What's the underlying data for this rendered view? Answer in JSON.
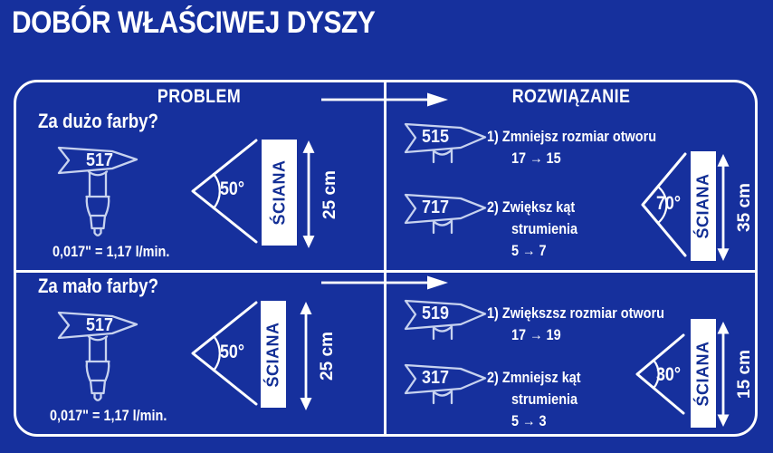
{
  "colors": {
    "background": "#16309d",
    "line": "#ffffff",
    "nozzle_outline": "#c7d2ef",
    "wall_text_color": "#132f95"
  },
  "title": "DOBÓR WŁAŚCIWEJ DYSZY",
  "headers": {
    "problem": "PROBLEM",
    "solution": "ROZWIĄZANIE"
  },
  "wall_label": "ŚCIANA",
  "problems": [
    {
      "question": "Za dużo farby?",
      "tip_number": "517",
      "flow_rate": "0,017\" = 1,17 l/min.",
      "spray_angle": "50°",
      "wall_distance": "25 cm",
      "solution": {
        "step1": {
          "tip_number": "515",
          "line1": "1) Zmniejsz rozmiar otworu",
          "line2": "17 → 15"
        },
        "step2": {
          "tip_number": "717",
          "line1": "2) Zwiększ kąt",
          "line2": "strumienia",
          "line3": "5 → 7"
        },
        "spray_angle": "70°",
        "wall_distance": "35 cm"
      }
    },
    {
      "question": "Za mało farby?",
      "tip_number": "517",
      "flow_rate": "0,017\" = 1,17 l/min.",
      "spray_angle": "50°",
      "wall_distance": "25 cm",
      "solution": {
        "step1": {
          "tip_number": "519",
          "line1": "1) Zwiększsz rozmiar otworu",
          "line2": "17 → 19"
        },
        "step2": {
          "tip_number": "317",
          "line1": "2) Zmniejsz kąt",
          "line2": "strumienia",
          "line3": "5 → 3"
        },
        "spray_angle": "30°",
        "wall_distance": "15 cm"
      }
    }
  ]
}
